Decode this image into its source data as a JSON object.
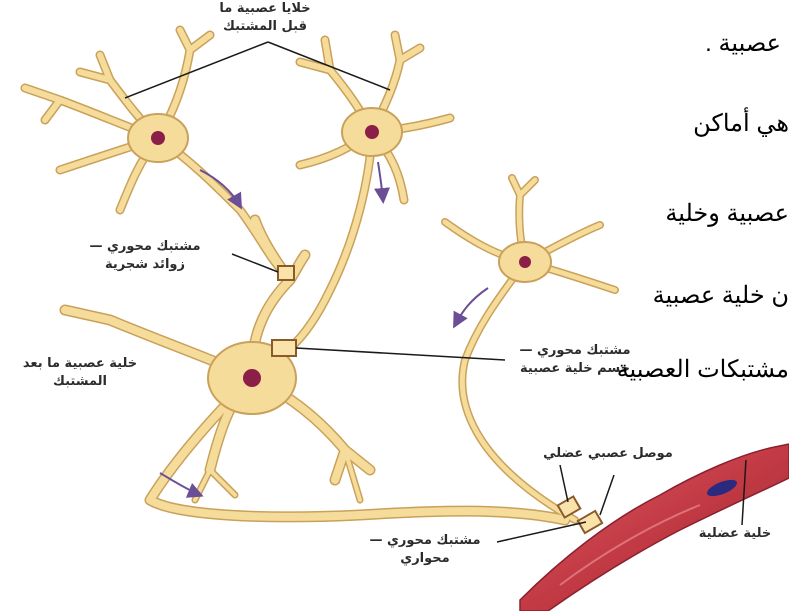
{
  "labels": {
    "presynaptic_line1": "خلايا عصبية ما",
    "presynaptic_line2": "قبل المشتبك",
    "axodendritic_line1": "مشتبك محوري —",
    "axodendritic_line2": "زوائد شجرية",
    "postsynaptic_line1": "خلية عصبية ما بعد",
    "postsynaptic_line2": "المشتبك",
    "axosomatic_line1": "مشتبك محوري —",
    "axosomatic_line2": "جسم خلية عصبية",
    "neuromuscular": "موصل عصبي عضلي",
    "axoaxonic_line1": "مشتبك محوري —",
    "axoaxonic_line2": "محواري",
    "muscle_cell": "خلية عضلية"
  },
  "slide_text": {
    "line1": "عصبية .",
    "line2": "هي أماكن",
    "line3": "عصبية وخلية",
    "line4": "ن خلية عصبية",
    "line5": "مشتبكات العصبية"
  },
  "colors": {
    "neuron_fill": "#f6dc9b",
    "neuron_stroke": "#c9a15a",
    "nucleus": "#8c1f47",
    "arrow": "#6a4e96",
    "muscle": "#c23a44",
    "muscle_nucleus": "#2a2a80"
  }
}
